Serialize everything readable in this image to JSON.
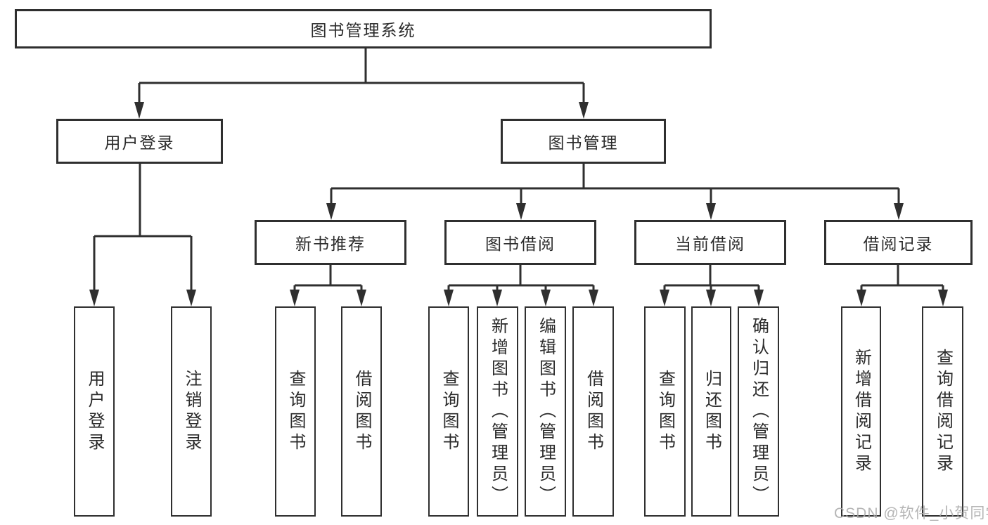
{
  "diagram_title": "图书管理系统",
  "colors": {
    "line": "#2f2f2f",
    "background": "#ffffff",
    "watermark": "#a8a8a8"
  },
  "tree": {
    "root": {
      "label": "图书管理系统"
    },
    "branches": [
      {
        "label": "用户登录",
        "children": [
          {
            "label": "用户登录"
          },
          {
            "label": "注销登录"
          }
        ]
      },
      {
        "label": "图书管理",
        "children": [
          {
            "label": "新书推荐",
            "children": [
              {
                "label": "查询图书"
              },
              {
                "label": "借阅图书"
              }
            ]
          },
          {
            "label": "图书借阅",
            "children": [
              {
                "label": "查询图书"
              },
              {
                "label": "新增图书（管理员）"
              },
              {
                "label": "编辑图书（管理员）"
              },
              {
                "label": "借阅图书"
              }
            ]
          },
          {
            "label": "当前借阅",
            "children": [
              {
                "label": "查询图书"
              },
              {
                "label": "归还图书"
              },
              {
                "label": "确认归还（管理员）"
              }
            ]
          },
          {
            "label": "借阅记录",
            "children": [
              {
                "label": "新增借阅记录"
              },
              {
                "label": "查询借阅记录"
              }
            ]
          }
        ]
      }
    ]
  },
  "watermark": "CSDN @软件_小贺同学"
}
